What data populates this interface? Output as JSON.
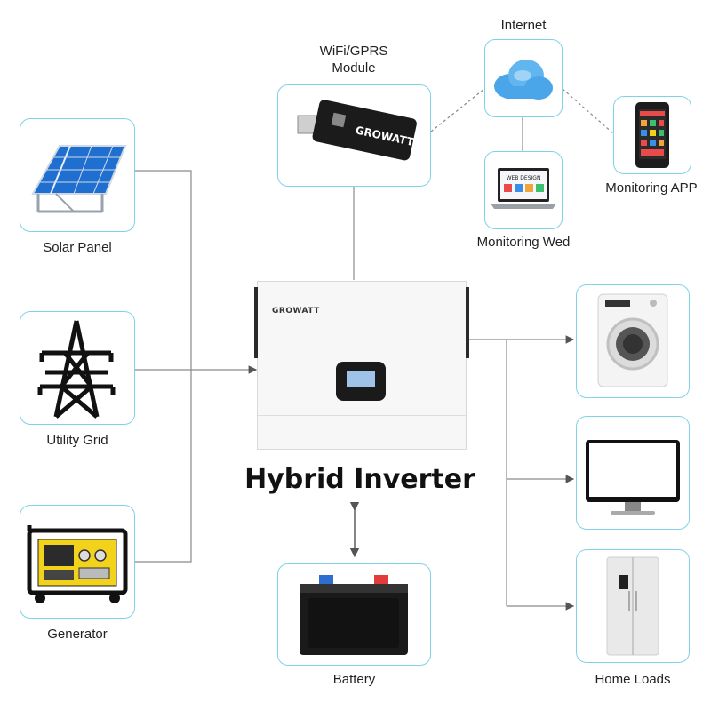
{
  "title": "Hybrid Inverter",
  "brand": "GROWATT",
  "nodes": {
    "solar_panel": "Solar Panel",
    "utility_grid": "Utility Grid",
    "generator": "Generator",
    "wifi_module": "WiFi/GPRS\nModule",
    "internet": "Internet",
    "monitoring_web": "Monitoring Wed",
    "monitoring_app": "Monitoring APP",
    "battery": "Battery",
    "home_loads": "Home Loads"
  },
  "web_screen_text": "WEB DESIGN",
  "colors": {
    "accent_border": "#7fd3e6",
    "line": "#8a8a8a",
    "solar_blue": "#1f6fd1",
    "generator_yellow": "#f2d21a"
  }
}
